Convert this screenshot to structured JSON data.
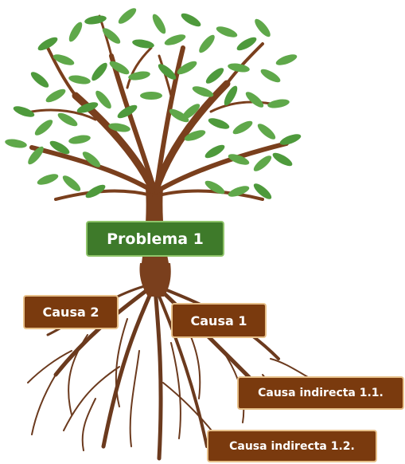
{
  "colors": {
    "leaf": "#5fa84a",
    "leaf_dark": "#4e9a3c",
    "trunk": "#7a3f1d",
    "root": "#6b3a1e",
    "problem_fill": "#3e7a2a",
    "cause_fill": "#7a3a0e"
  },
  "problem": {
    "label": "Problema 1"
  },
  "causes": [
    {
      "label": "Causa 2"
    },
    {
      "label": "Causa 1"
    }
  ],
  "indirect_causes": [
    {
      "label": "Causa indirecta 1.1."
    },
    {
      "label": "Causa indirecta 1.2."
    }
  ]
}
